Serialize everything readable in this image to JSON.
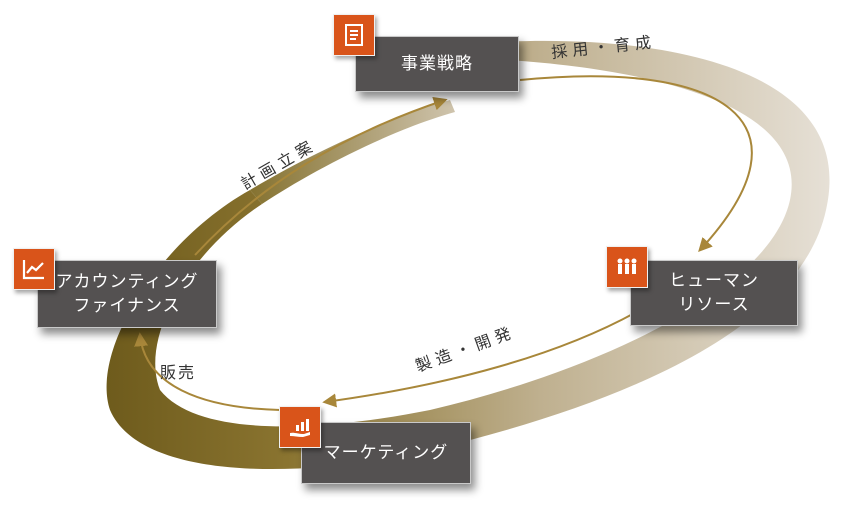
{
  "nodes": {
    "strategy": {
      "label": "事業戦略",
      "icon": "document-icon"
    },
    "hr": {
      "line1": "ヒューマン",
      "line2": "リソース",
      "icon": "people-icon"
    },
    "marketing": {
      "label": "マーケティング",
      "icon": "growth-hand-icon"
    },
    "accounting": {
      "line1": "アカウンティング",
      "line2": "ファイナンス",
      "icon": "line-chart-icon"
    }
  },
  "flows": {
    "strategy_to_hr": "採用・育成",
    "hr_to_marketing": "製造・開発",
    "marketing_to_accounting": "販売",
    "accounting_to_strategy": "計画立案"
  },
  "colors": {
    "card": "#545151",
    "badge": "#d9541a",
    "arrow": "#a8873a",
    "ribbon_dark": "#7a6420",
    "ribbon_light": "#e9e4dc"
  }
}
